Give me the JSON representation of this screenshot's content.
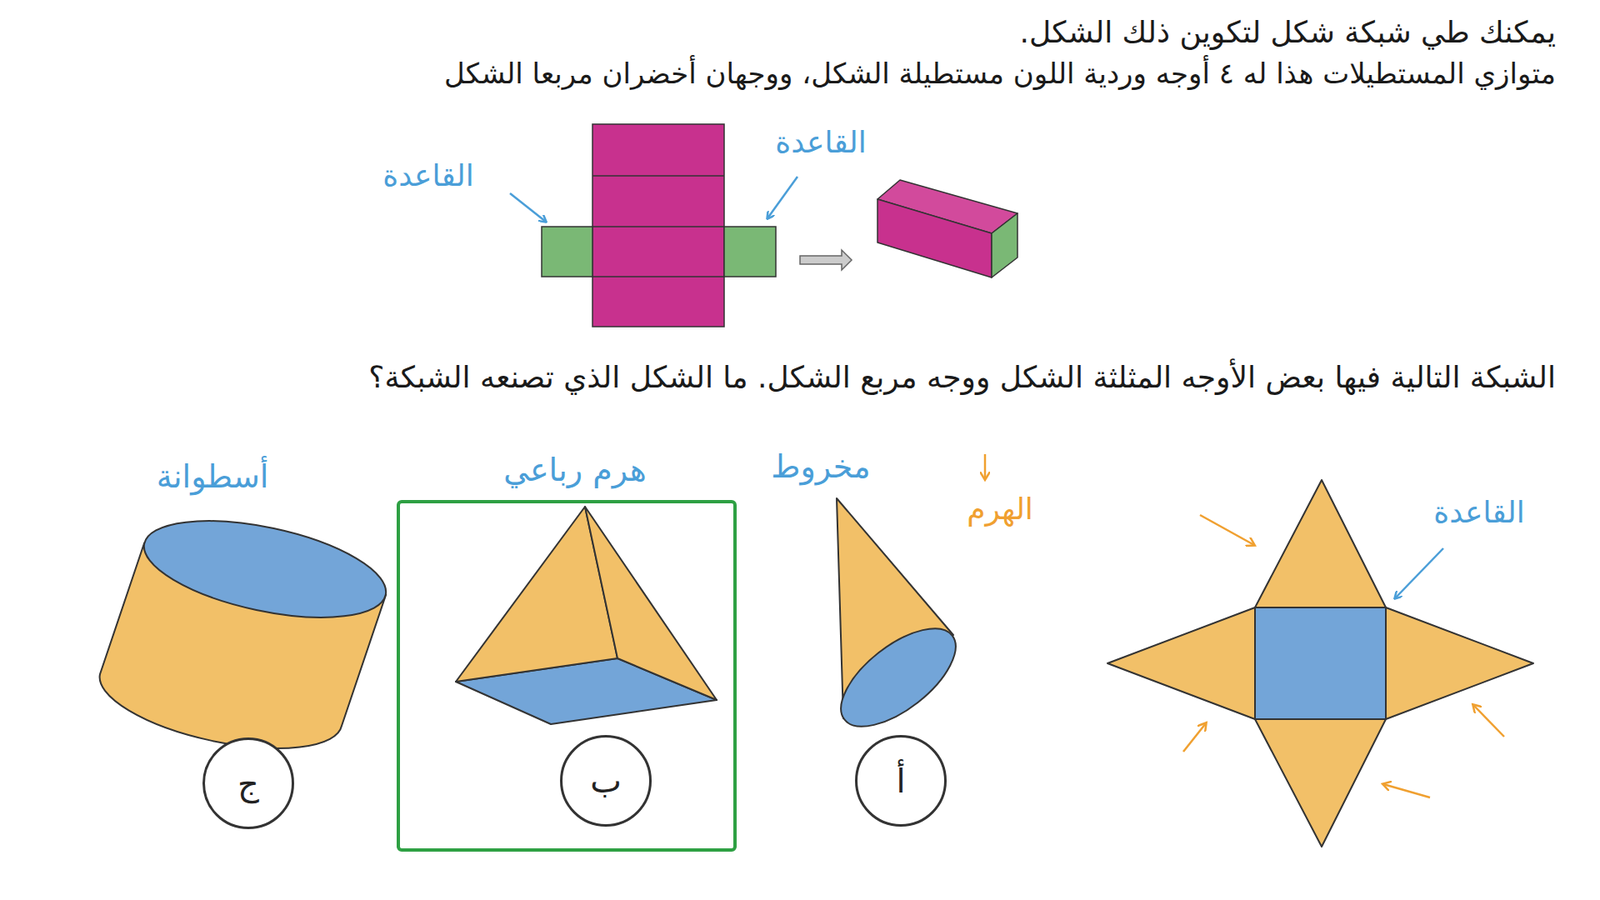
{
  "diagram": {
    "nodes": [
      {
        "text": [
          "أ"
        ]
      },
      {
        "text": [
          "ب"
        ]
      },
      {
        "text": [
          "ج"
        ]
      }
    ],
    "labels": [
      "يمكنك طي شبكة شكل لتكوين ذلك الشكل.",
      "متوازي المستطيلات هذا له ٤ أوجه وردية اللون مستطيلة الشكل، ووجهان أخضران مربعا الشكل",
      "القاعدة",
      "القاعدة",
      "الشبكة التالية فيها بعض الأوجه المثلثة الشكل ووجه مربع الشكل. ما الشكل الذي تصنعه الشبكة؟",
      "أسطوانة",
      "هرم رباعي",
      "مخروط",
      "الهرم",
      "القاعدة"
    ]
  }
}
